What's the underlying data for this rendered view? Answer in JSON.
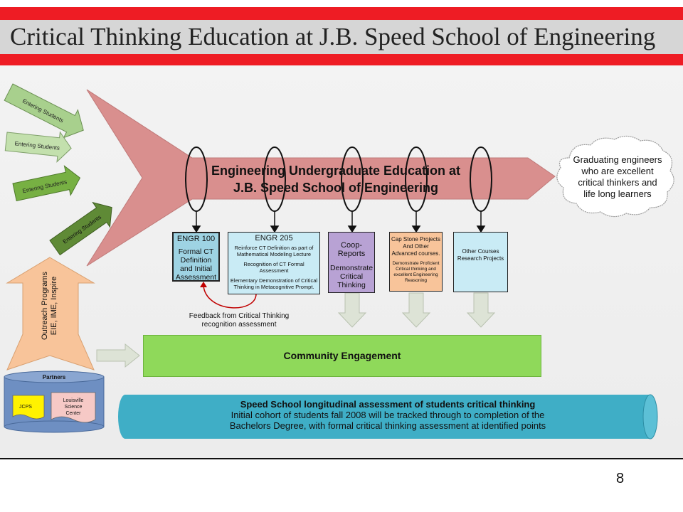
{
  "slide": {
    "title": "Critical Thinking Education at J.B. Speed School of Engineering",
    "page_number": "8"
  },
  "diagram": {
    "entering_label": "Entering Students",
    "main_arrow": {
      "line1": "Engineering Undergraduate Education at",
      "line2": "J.B. Speed School of Engineering"
    },
    "graduating": {
      "line1": "Graduating engineers",
      "line2": "who are excellent",
      "line3": "critical thinkers and",
      "line4": "life long learners"
    },
    "boxes": [
      {
        "title": "ENGR 100",
        "body": [
          "Formal CT",
          "Definition",
          "and Initial",
          "Assessment"
        ],
        "color": "#9ed3e3"
      },
      {
        "title": "ENGR 205",
        "body": [
          "Reinforce CT Definition as part of",
          "Mathematical Modeling Lecture",
          "",
          "Recognition of CT Formal",
          "Assessment",
          "",
          "Elementary Demonstration of Critical",
          "Thinking in Metacognitive Prompt."
        ],
        "color": "#c9ebf5"
      },
      {
        "title": "Coop-Reports",
        "body": [
          "Demonstrate",
          "Critical",
          "Thinking"
        ],
        "color": "#b8a2d4"
      },
      {
        "title": "Cap Stone Projects",
        "body": [
          "And Other",
          "Advanced courses.",
          "",
          "Demonstrate Proficient",
          "Critical thinking and",
          "excellent Engineering",
          "Reasoning"
        ],
        "color": "#f8c49a"
      },
      {
        "title": "Other Courses",
        "body": [
          "Research Projects"
        ],
        "color": "#c9ebf5"
      }
    ],
    "feedback": {
      "line1": "Feedback from Critical Thinking",
      "line2": "recognition assessment"
    },
    "outreach": {
      "line1": "Outreach Programs",
      "line2": "EIE, IME, Inspire"
    },
    "partners": {
      "title": "Partners",
      "jcps": "JCPS",
      "louisville": [
        "Louisville",
        "Science",
        "Center"
      ]
    },
    "community": "Community Engagement",
    "longitudinal": {
      "title": "Speed School longitudinal assessment of students critical thinking",
      "line1": "Initial cohort of students fall 2008 will be tracked through to completion of the",
      "line2": "Bachelors Degree, with formal critical thinking assessment at identified points"
    }
  },
  "colors": {
    "title_band": "#ee1c24",
    "main_arrow": "#d98f8e",
    "entering_arrows": [
      "#a8d08d",
      "#c3e0ad",
      "#77b043",
      "#5f8a36"
    ],
    "outreach_arrow": "#f8c49a",
    "community": "#8fd95a",
    "longitudinal": "#3faec6",
    "partners": "#6e8fc2"
  }
}
